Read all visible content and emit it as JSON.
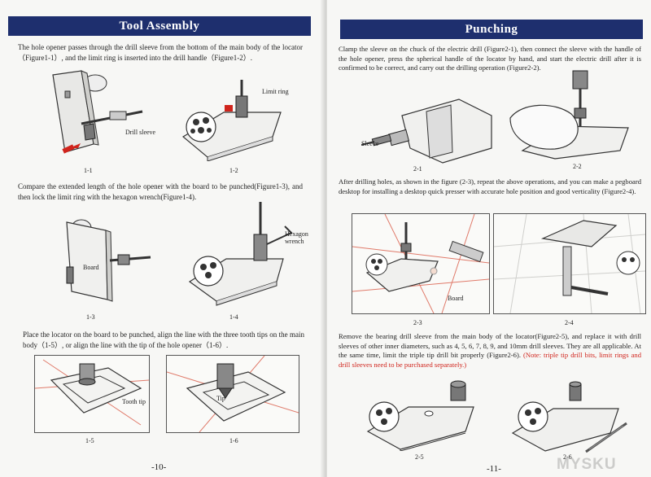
{
  "left": {
    "header": "Tool Assembly",
    "p1": "The hole opener passes through the drill sleeve from the bottom of the main body of the locator（Figure1-1）, and the limit ring is inserted into the drill handle（Figure1-2）.",
    "p2": "Compare the extended length of the hole opener with the board to be punched(Figure1-3), and then lock the limit ring with the hexagon wrench(Figure1-4).",
    "p3": "Place the locator on the board to be punched, align the line with the three tooth tips on the main body（1-5）, or align the line with the tip of the hole opener（1-6）.",
    "labels": {
      "drill_sleeve": "Drill sleeve",
      "limit_ring": "Limit ring",
      "board": "Board",
      "hexagon_wrench": "Hexagon wrench",
      "tooth_tip": "Tooth tip",
      "tip": "Tip"
    },
    "captions": [
      "1-1",
      "1-2",
      "1-3",
      "1-4",
      "1-5",
      "1-6"
    ],
    "page_number": "-10-"
  },
  "right": {
    "header": "Punching",
    "p1": "Clamp the sleeve on the chuck of the electric drill (Figure2-1), then connect the sleeve with the handle of the hole opener, press the spherical handle of the locator by hand, and start the electric drill after it is confirmed to be correct, and carry out the drilling operation (Figure2-2).",
    "p2": "After drilling holes, as shown in the figure (2-3), repeat the above operations, and you can make a pegboard desktop for installing a desktop quick presser with accurate hole position and good verticality (Figure2-4).",
    "p3": "Remove the bearing drill sleeve from the main body of the locator(Figure2-5), and replace it with drill sleeves of other inner diameters, such as 4, 5, 6, 7, 8, 9, and 10mm drill sleeves. They are all applicable. At the same time, limit the triple tip drill bit properly (Figure2-6).",
    "note": "(Note: triple tip drill bits, limit rings and drill sleeves need to be purchased separately.)",
    "labels": {
      "sleeve": "Sleeve",
      "board": "Board"
    },
    "captions": [
      "2-1",
      "2-2",
      "2-3",
      "2-4",
      "2-5",
      "2-6"
    ],
    "page_number": "-11-"
  },
  "watermark": "MYSKU",
  "colors": {
    "header_bg": "#1e2f6e",
    "arrow": "#d0241c",
    "note": "#d0241c",
    "guide_line": "#e07a6a"
  }
}
